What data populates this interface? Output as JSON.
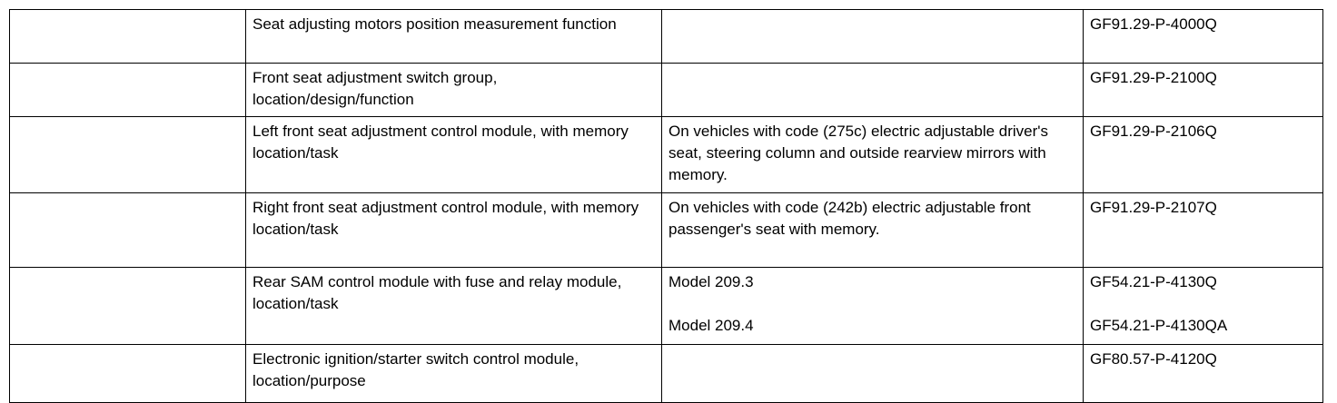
{
  "document": {
    "type": "reference-table",
    "column_count": 4,
    "row_count": 6,
    "text_color": "#000000",
    "background_color": "#ffffff",
    "border_color": "#000000"
  },
  "table": {
    "rows": [
      {
        "index": "",
        "topic": "Seat adjusting motors position measurement function",
        "condition": "",
        "codes": [
          "GF91.29-P-4000Q"
        ]
      },
      {
        "index": "",
        "topic": "Front seat adjustment switch group, location/design/function",
        "condition": "",
        "codes": [
          "GF91.29-P-2100Q"
        ]
      },
      {
        "index": "",
        "topic": "Left front seat adjustment control module, with memory location/task",
        "condition": "On vehicles with code (275c) electric adjustable driver's seat, steering column and outside rearview mirrors with memory.",
        "codes": [
          "GF91.29-P-2106Q"
        ]
      },
      {
        "index": "",
        "topic": "Right front seat adjustment control module, with memory location/task",
        "condition": "On vehicles with code (242b) electric adjustable front passenger's seat with memory.",
        "codes": [
          "GF91.29-P-2107Q"
        ]
      },
      {
        "index": "",
        "topic": "Rear SAM control module with fuse and relay module, location/task",
        "condition_entries": [
          "Model 209.3",
          "Model 209.4"
        ],
        "code_entries": [
          "GF54.21-P-4130Q",
          "GF54.21-P-4130QA"
        ]
      },
      {
        "index": "",
        "topic": "Electronic ignition/starter switch control module, location/purpose",
        "condition": "",
        "codes": [
          "GF80.57-P-4120Q"
        ]
      }
    ]
  }
}
